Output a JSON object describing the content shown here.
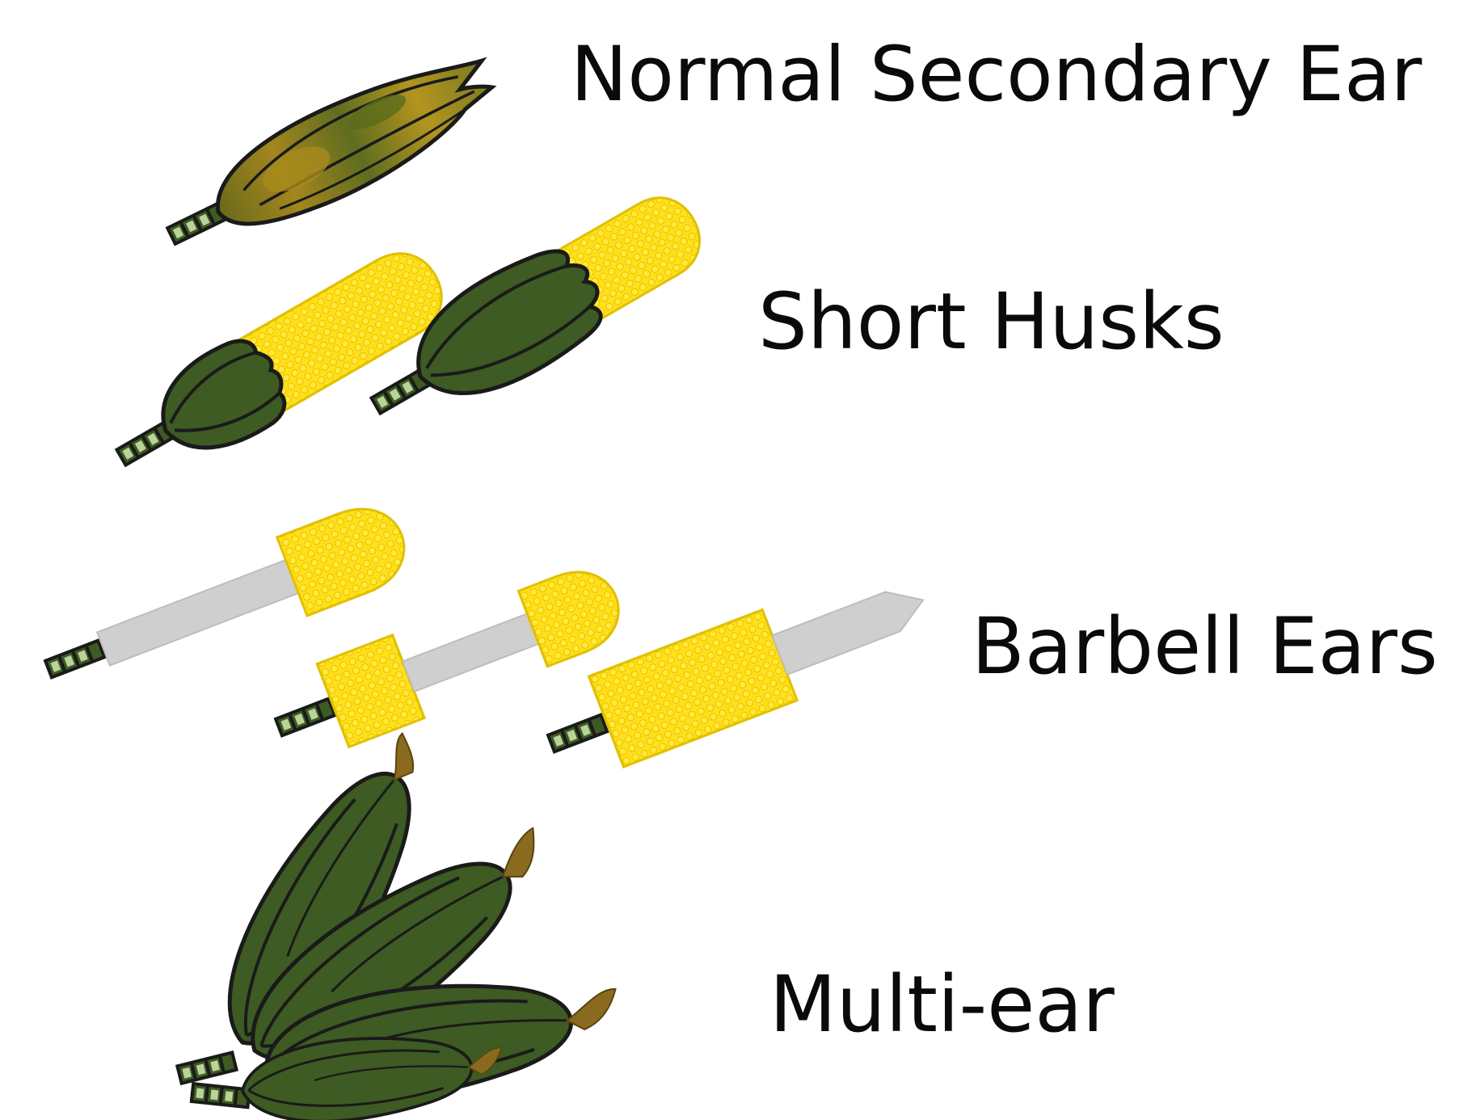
{
  "diagram": {
    "rows": [
      {
        "id": "normal",
        "label": "Normal Secondary Ear",
        "illustration": "single-husked-ear"
      },
      {
        "id": "short",
        "label": "Short Husks",
        "illustration": "two-ears-with-short-husks"
      },
      {
        "id": "barbell",
        "label": "Barbell Ears",
        "illustration": "three-barbell-ears"
      },
      {
        "id": "multi",
        "label": "Multi-ear",
        "illustration": "cluster-of-husked-ears"
      }
    ]
  },
  "colors": {
    "husk_green": "#3d5b22",
    "husk_dark": "#27401a",
    "kernel_yellow": "#ffe01a",
    "kernel_shade": "#f2c400",
    "shank_gray": "#cfcfcf",
    "silk_brown": "#8a6a1e",
    "husk_mottled_gold": "#9b8220",
    "outline": "#1a1a1a"
  }
}
